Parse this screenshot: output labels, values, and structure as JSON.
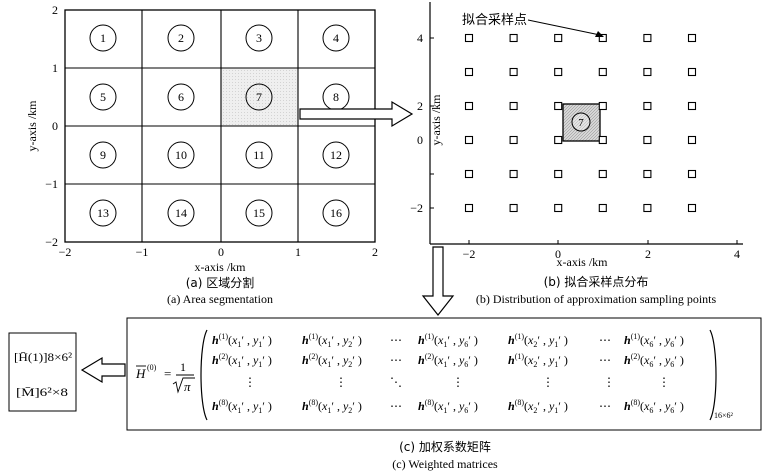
{
  "panel_a": {
    "y_axis_label": "y-axis /km",
    "x_axis_label": "x-axis /km",
    "x_ticks": [
      "−2",
      "−1",
      "0",
      "1",
      "2"
    ],
    "y_ticks": [
      "2",
      "1",
      "0",
      "−1",
      "−2"
    ],
    "regions": [
      "1",
      "2",
      "3",
      "4",
      "5",
      "6",
      "7",
      "8",
      "9",
      "10",
      "11",
      "12",
      "13",
      "14",
      "15",
      "16"
    ],
    "highlighted_region": "7",
    "caption_cn": "(a) 区域分割",
    "caption_en": "(a) Area segmentation"
  },
  "panel_b": {
    "y_axis_label": "y-axis /km",
    "x_axis_label": "x-axis /km",
    "x_ticks": [
      "−2",
      "0",
      "2",
      "4"
    ],
    "y_ticks": [
      "4",
      "2",
      "0",
      "−2"
    ],
    "callout": "拟合采样点",
    "region_label": "7",
    "caption_cn": "(b) 拟合采样点分布",
    "caption_en": "(b) Distribution of approximation sampling points"
  },
  "panel_c": {
    "left_box_top": "[H̄(1)]8×6²",
    "left_box_bottom": "[M̄]6²×8",
    "caption_cn": "(c) 加权系数矩阵",
    "caption_en": "(c) Weighted matrices"
  }
}
